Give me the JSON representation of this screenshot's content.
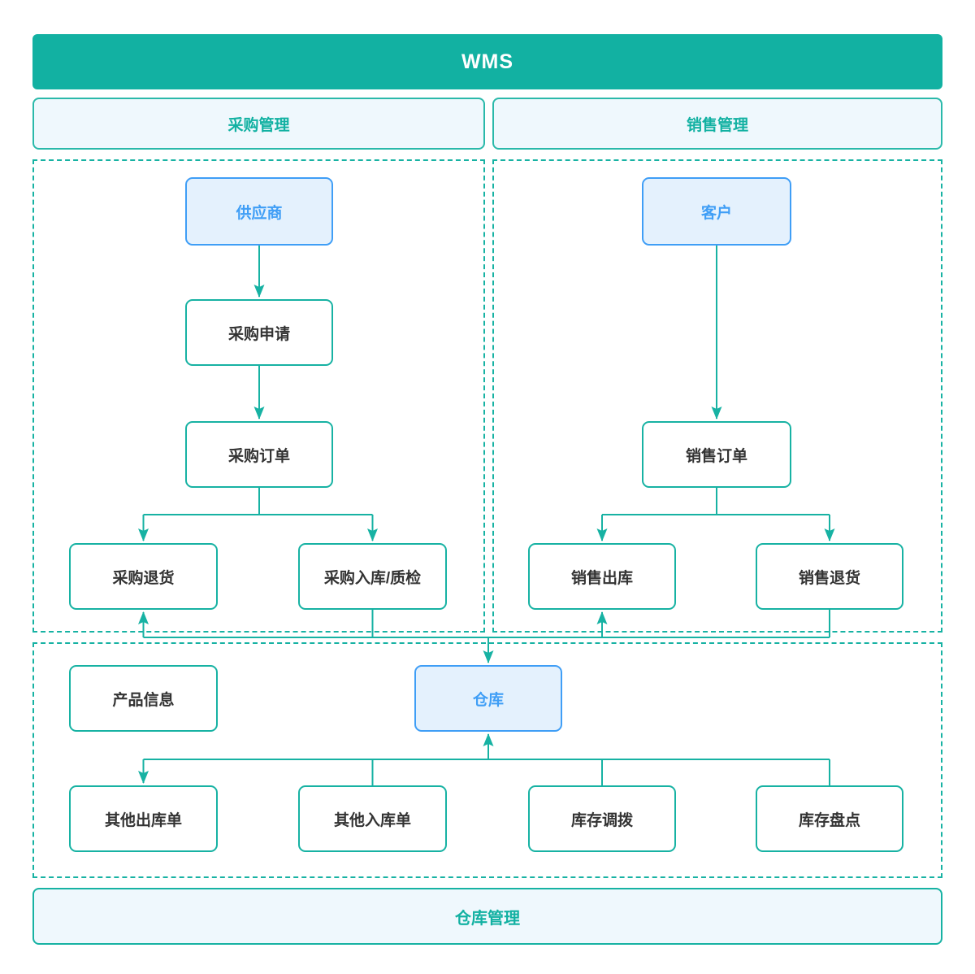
{
  "header": {
    "title": "WMS"
  },
  "sections": {
    "purchase": {
      "label": "采购管理"
    },
    "sales": {
      "label": "销售管理"
    },
    "warehouse": {
      "label": "仓库管理"
    }
  },
  "nodes": {
    "supplier": "供应商",
    "purchase_request": "采购申请",
    "purchase_order": "采购订单",
    "purchase_return": "采购退货",
    "purchase_inbound_qc": "采购入库/质检",
    "customer": "客户",
    "sales_order": "销售订单",
    "sales_outbound": "销售出库",
    "sales_return": "销售退货",
    "product_info": "产品信息",
    "warehouse": "仓库",
    "other_outbound": "其他出库单",
    "other_inbound": "其他入库单",
    "stock_transfer": "库存调拨",
    "stock_count": "库存盘点"
  },
  "colors": {
    "teal": "#12b1a2",
    "teal_line": "#17b2a3",
    "blue": "#3f9ef6",
    "blue_fill": "#e4f1fd",
    "light_fill": "#eff8fd",
    "text_dark": "#333333",
    "white": "#ffffff"
  },
  "edges": [
    "supplier -> purchase_request",
    "purchase_request -> purchase_order",
    "purchase_order -> purchase_return",
    "purchase_order -> purchase_inbound_qc",
    "customer -> sales_order",
    "sales_order -> sales_outbound",
    "sales_order -> sales_return",
    "purchase_inbound_qc -> warehouse",
    "sales_return -> warehouse",
    "warehouse -> purchase_return",
    "warehouse -> sales_outbound",
    "warehouse -> other_outbound",
    "other_inbound -> warehouse",
    "stock_transfer -> warehouse",
    "stock_count -> warehouse"
  ]
}
